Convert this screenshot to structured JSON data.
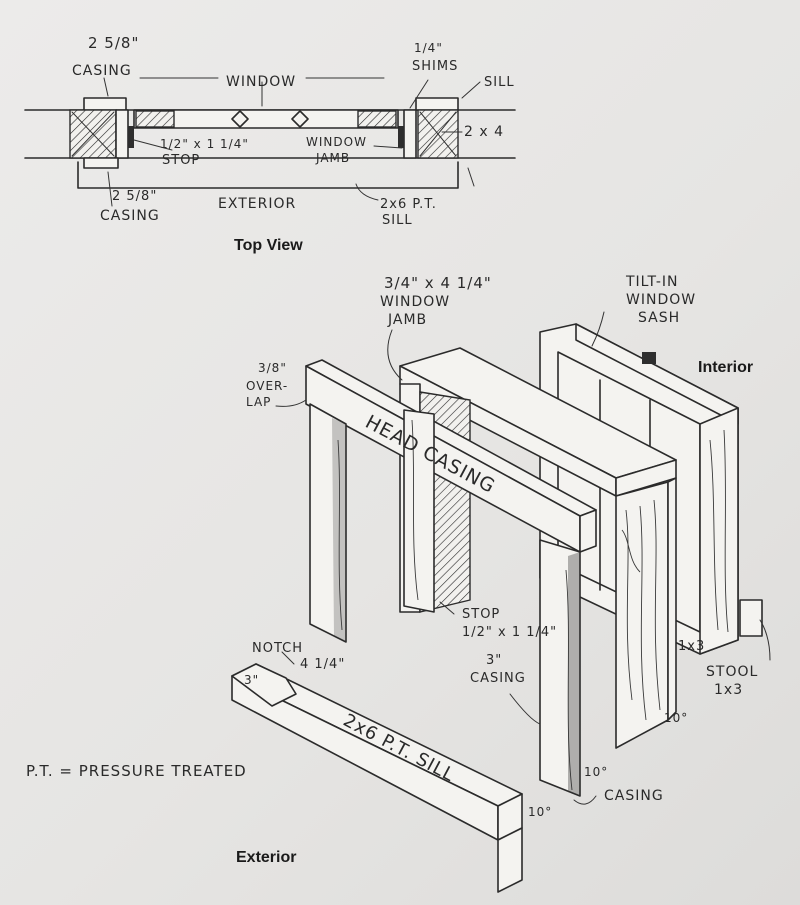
{
  "top_view": {
    "title": "Top View",
    "labels": {
      "casing_top_size": "2 5/8\"",
      "casing_top": "CASING",
      "window": "WINDOW",
      "shims_size": "1/4\"",
      "shims": "SHIMS",
      "sill": "SILL",
      "two_by_four": "2 x 4",
      "stop_size": "1/2\" x 1 1/4\"",
      "stop": "STOP",
      "window_jamb_1": "WINDOW",
      "window_jamb_2": "JAMB",
      "casing_bottom_size": "2 5/8\"",
      "casing_bottom": "CASING",
      "exterior": "EXTERIOR",
      "pt_sill_1": "2x6 P.T.",
      "pt_sill_2": "SILL"
    }
  },
  "iso_view": {
    "labels": {
      "jamb_size": "3/4\" x 4 1/4\"",
      "jamb_1": "WINDOW",
      "jamb_2": "JAMB",
      "sash_1": "TILT-IN",
      "sash_2": "WINDOW",
      "sash_3": "SASH",
      "interior": "Interior",
      "overlap_1": "3/8\"",
      "overlap_2": "OVER-",
      "overlap_3": "LAP",
      "head_casing": "HEAD CASING",
      "stop_label": "STOP",
      "stop_size": "1/2\" x 1 1/4\"",
      "casing_3_size": "3\"",
      "casing_3": "CASING",
      "notch": "NOTCH",
      "notch_3": "3\"",
      "notch_4": "4 1/4\"",
      "pt_sill": "2x6 P.T. SILL",
      "one_by_three": "1x3",
      "stool_1": "STOOL",
      "stool_2": "1x3",
      "angle_1": "10°",
      "angle_2": "10°",
      "angle_3": "10°",
      "casing_bottom": "CASING",
      "exterior": "Exterior"
    }
  },
  "legend": {
    "pt_note": "P.T. = PRESSURE TREATED"
  }
}
